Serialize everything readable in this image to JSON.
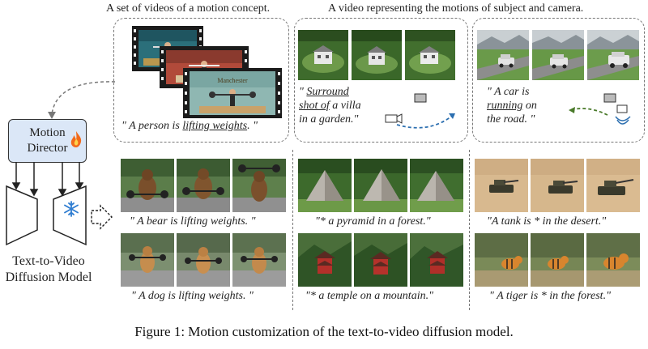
{
  "headings": {
    "left": "A set of videos of a motion concept.",
    "right": "A video representing the motions of subject and camera."
  },
  "top_captions": {
    "weights": {
      "pre": "\" A person is ",
      "u": "lifting weights",
      "post": ". \""
    },
    "villa_l1": {
      "pre": "\" ",
      "u": "Surround"
    },
    "villa_l2": {
      "u": "shot of",
      "post": " a villa"
    },
    "villa_l3": "in a garden.\"",
    "car_l1": "\" A car is",
    "car_l2": {
      "u": "running",
      "post": " on"
    },
    "car_l3": "the road. \""
  },
  "motion_director": {
    "line1": "Motion",
    "line2": "Director",
    "fire_icon": "fire-icon"
  },
  "model_label": {
    "line1": "Text-to-Video",
    "line2": "Diffusion Model",
    "snowflake_icon": "snowflake-icon"
  },
  "bottom_captions": {
    "bear": "\" A bear is lifting weights. \"",
    "dog": "\" A dog is lifting weights. \"",
    "pyramid": "\"* a pyramid in a forest.\"",
    "temple": "\"* a temple on a mountain.\"",
    "tank": "\"A tank is * in the desert.\"",
    "tiger": "\" A tiger is * in the forest.\""
  },
  "figure_caption": "Figure 1: Motion customization of the text-to-video diffusion model.",
  "colors": {
    "director_fill": "#dbe7f7",
    "camera_arc": "#2c6fb0",
    "car_arc": "#4a7a2a",
    "dash": "#777777"
  }
}
